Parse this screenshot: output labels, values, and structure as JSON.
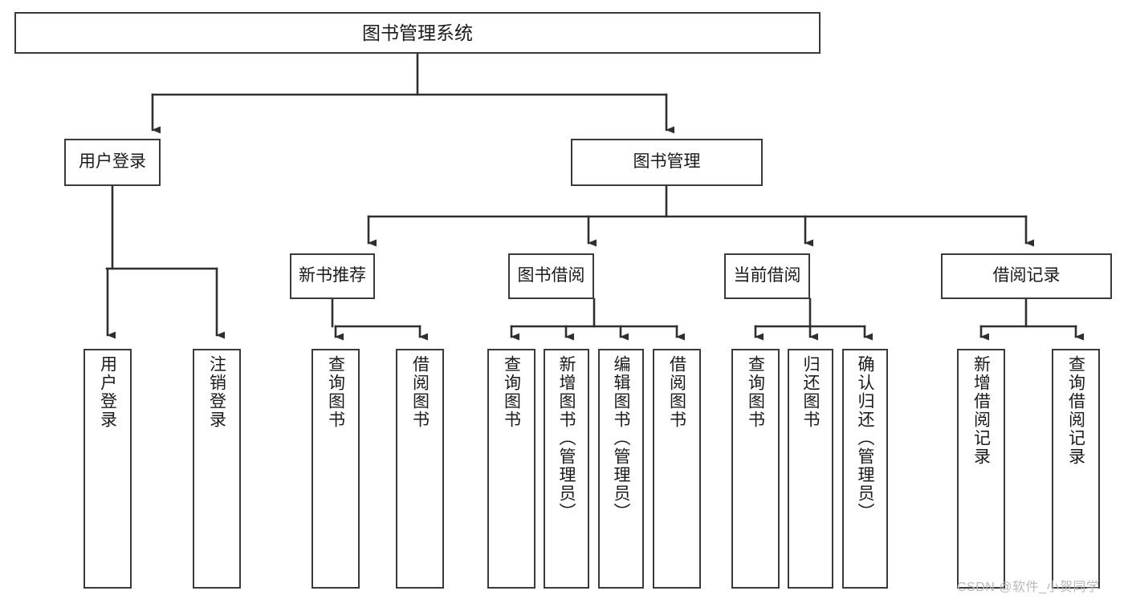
{
  "diagram": {
    "title": "图书管理系统",
    "type": "hierarchy-tree",
    "watermark": "CSDN @软件_小贺同学",
    "colors": {
      "box_border": "#3a3a3a",
      "box_fill": "#ffffff",
      "connector": "#2f2f2f",
      "text": "#1a1a1a",
      "watermark": "#b9b9b9",
      "background": "#ffffff"
    },
    "root": {
      "label": "图书管理系统"
    },
    "level2": [
      {
        "label": "用户登录"
      },
      {
        "label": "图书管理"
      }
    ],
    "level3": [
      {
        "label": "新书推荐"
      },
      {
        "label": "图书借阅"
      },
      {
        "label": "当前借阅"
      },
      {
        "label": "借阅记录"
      }
    ],
    "leaves": [
      {
        "label": "用户登录",
        "parent": "用户登录"
      },
      {
        "label": "注销登录",
        "parent": "用户登录"
      },
      {
        "label": "查询图书",
        "parent": "新书推荐"
      },
      {
        "label": "借阅图书",
        "parent": "新书推荐"
      },
      {
        "label": "查询图书",
        "parent": "图书借阅"
      },
      {
        "label": "新增图书（管理员）",
        "parent": "图书借阅"
      },
      {
        "label": "编辑图书（管理员）",
        "parent": "图书借阅"
      },
      {
        "label": "借阅图书",
        "parent": "图书借阅"
      },
      {
        "label": "查询图书",
        "parent": "当前借阅"
      },
      {
        "label": "归还图书",
        "parent": "当前借阅"
      },
      {
        "label": "确认归还（管理员）",
        "parent": "当前借阅"
      },
      {
        "label": "新增借阅记录",
        "parent": "借阅记录"
      },
      {
        "label": "查询借阅记录",
        "parent": "借阅记录"
      }
    ]
  }
}
